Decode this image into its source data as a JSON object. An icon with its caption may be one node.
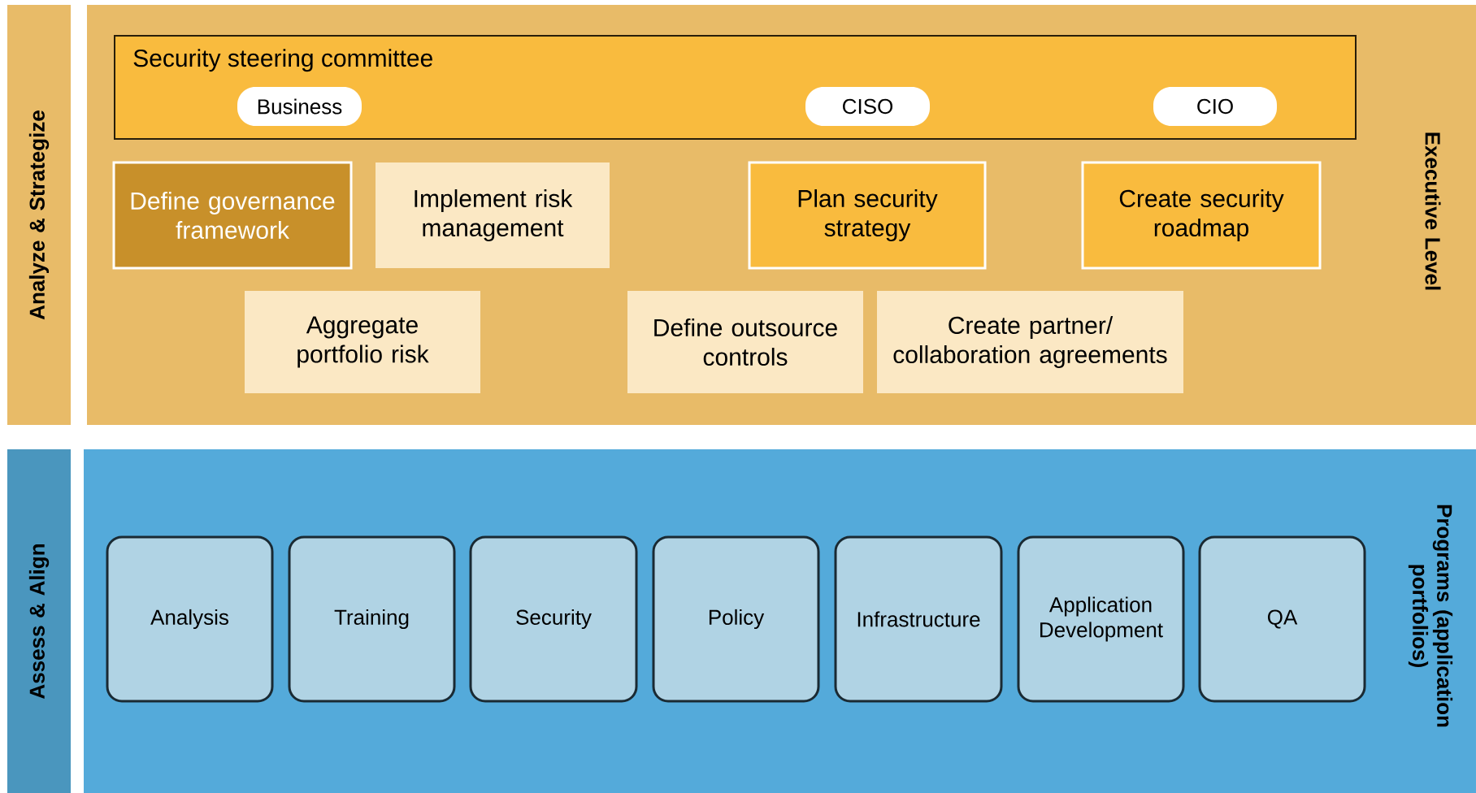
{
  "diagram": {
    "nodes": [
      {
        "text": [
          "Analyze & Strategize"
        ]
      },
      {
        "text": [
          "Executive Level"
        ]
      },
      {
        "text": [
          "Security steering committee"
        ],
        "in": 1
      },
      {
        "text": [
          "Business"
        ],
        "in": 2
      },
      {
        "text": [
          "CISO"
        ],
        "in": 2
      },
      {
        "text": [
          "CIO"
        ],
        "in": 2
      },
      {
        "text": [
          "Define governance framework"
        ],
        "in": 1
      },
      {
        "text": [
          "Implement risk management"
        ],
        "in": 1
      },
      {
        "text": [
          "Plan security strategy"
        ],
        "in": 1
      },
      {
        "text": [
          "Create security roadmap"
        ],
        "in": 1
      },
      {
        "text": [
          "Aggregate portfolio risk"
        ],
        "in": 1
      },
      {
        "text": [
          "Define outsource controls"
        ],
        "in": 1
      },
      {
        "text": [
          "Create partner/ collaboration agreements"
        ],
        "in": 1
      },
      {
        "text": [
          "Assess & Align"
        ]
      },
      {
        "text": [
          "Programs (application portfolios)"
        ]
      },
      {
        "text": [
          "Analysis"
        ],
        "in": 14
      },
      {
        "text": [
          "Training"
        ],
        "in": 14
      },
      {
        "text": [
          "Security"
        ],
        "in": 14
      },
      {
        "text": [
          "Policy"
        ],
        "in": 14
      },
      {
        "text": [
          "Infrastructure"
        ],
        "in": 14
      },
      {
        "text": [
          "Application Development"
        ],
        "in": 14
      },
      {
        "text": [
          "QA"
        ],
        "in": 14
      }
    ]
  }
}
